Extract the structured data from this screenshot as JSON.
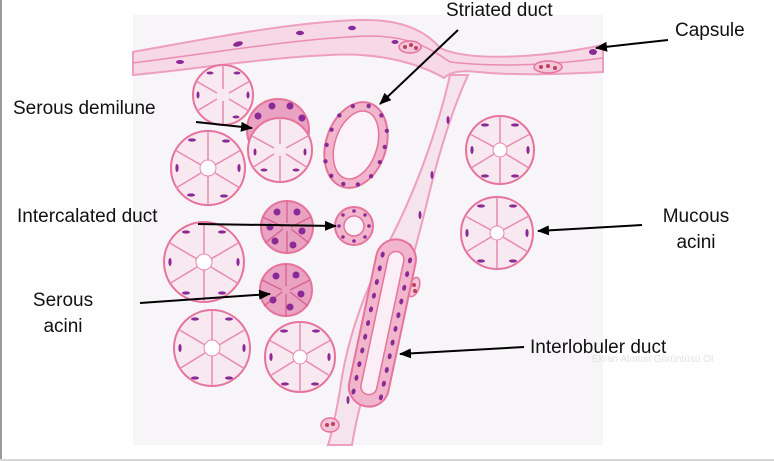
{
  "colors": {
    "paper": "#f6f4f6",
    "tissue_light": "#f8e4ee",
    "tissue_pink": "#f3c5d8",
    "membrane": "#e6739c",
    "capsule_wall": "#ee9ebe",
    "nucleus": "#8a2a96",
    "serous_cell": "#eaa2c3",
    "duct_cell": "#f0b0c8",
    "arrow": "#000000",
    "text": "#111111"
  },
  "labels": {
    "striated_duct": "Striated duct",
    "capsule": "Capsule",
    "serous_demilune": "Serous demilune",
    "intercalated_duct": "Intercalated duct",
    "mucous_acini_1": "Mucous",
    "mucous_acini_2": "acini",
    "serous_acini_1": "Serous",
    "serous_acini_2": "acini",
    "interlobuler_duct": "Interlobuler duct"
  },
  "watermark": "Ekran Alıntısı Görüntüsü Ol"
}
